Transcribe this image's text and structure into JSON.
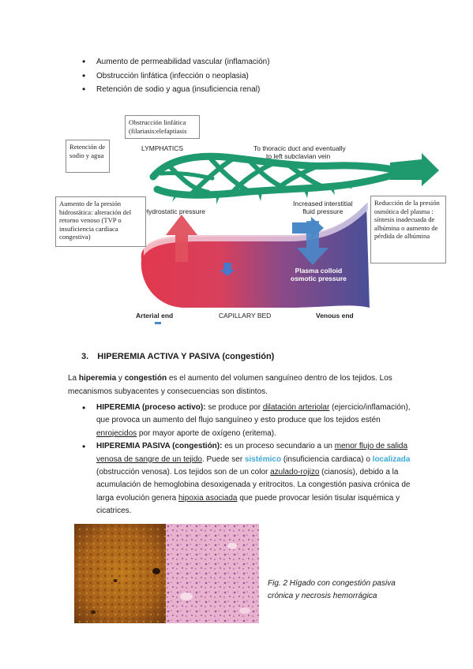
{
  "top_bullets": [
    "Aumento de permeabilidad vascular (inflamación)",
    "Obstrucción linfática (infección o neoplasia)",
    "Retención de sodio y agua (insuficiencia renal)"
  ],
  "figure1": {
    "boxes": {
      "lymph_obstruction": "Obstrucción linfática (filariasis:elefaptiasis",
      "sodium": "Retención de sodio y agua",
      "hydrostatic": "Aumento de la presión hidrostática: alteración del retorno venoso (TVP o insuficiencia cardiaca congestiva)",
      "osmotic": "Reducción de la presión osmótica del plasma : síntesis inadecuada de albúmina o aumento de pérdida de albúmina"
    },
    "labels": {
      "lymphatics": "LYMPHATICS",
      "thoracic": [
        "To thoracic duct and eventually",
        "to left subclavian vein"
      ],
      "hydrostatic_pressure": "Hydrostatic pressure",
      "interstitial": [
        "Increased interstitial",
        "fluid pressure"
      ],
      "colloid": [
        "Plasma colloid",
        "osmotic pressure"
      ],
      "arterial_end": "Arterial end",
      "capillary_bed": "CAPILLARY BED",
      "venous_end": "Venous end"
    },
    "colors": {
      "lymph": "#1f9a6e",
      "arterial": "#e1384e",
      "venous": "#4a4f98",
      "arrow_red": "#e0505e",
      "arrow_blue": "#4a88c8"
    }
  },
  "section": {
    "number": "3.",
    "title": "HIPEREMIA ACTIVA Y PASIVA (congestión)",
    "intro": {
      "p1": "La ",
      "b1": "hiperemia",
      "p2": " y ",
      "b2": "congestión",
      "p3": " es el aumento del volumen sanguíneo dentro de los tejidos. Los mecanismos subyacentes y consecuencias son distintos."
    },
    "items": [
      {
        "term": "HIPEREMIA (proceso activo):",
        "t1": " se produce por ",
        "u1": "dilatación arteriolar",
        "t2": " (ejercicio/inflamación), que provoca un aumento del flujo sanguíneo y esto produce que los tejidos estén ",
        "u2": "enrojecidos",
        "t3": " por mayor aporte de oxígeno (eritema)."
      },
      {
        "term": "HIPEREMIA PASIVA (congestión):",
        "t1": " es un proceso secundario a un ",
        "u1": "menor flujo de salida venosa de sangre de un tejido",
        "t2": ". Puede ser ",
        "c1": "sistémico",
        "t3": " (insuficiencia cardiaca) o ",
        "c2": "localizada",
        "t4": " (obstrucción venosa). Los tejidos son de un color ",
        "u2": "azulado-rojizo",
        "t5": " (cianosis), debido a la acumulación de hemoglobina desoxigenada y eritrocitos. La congestión pasiva crónica de larga evolución genera ",
        "u3": "hipoxia asociada",
        "t6": " que puede provocar lesión tisular isquémica y cicatrices."
      }
    ]
  },
  "figure2": {
    "caption": "Fig. 2 Hígado con congestión pasiva crónica y necrosis hemorrágica"
  }
}
